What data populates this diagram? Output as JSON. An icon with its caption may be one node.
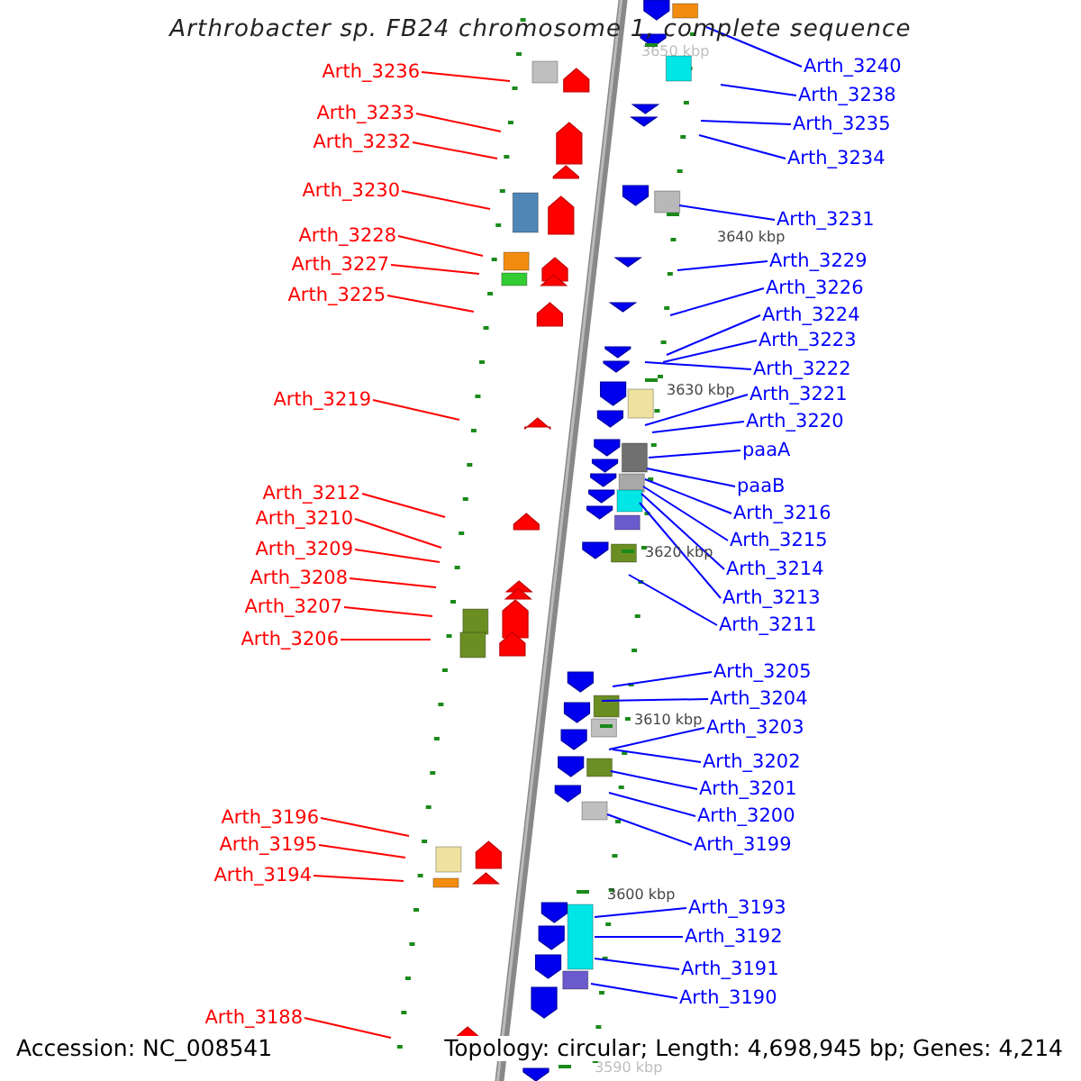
{
  "diagram": {
    "title": "Arthrobacter sp. FB24 chromosome 1, complete sequence",
    "nodes": [
      {
        "text": [
          "Arth_3236"
        ]
      },
      {
        "text": [
          "Arth_3233"
        ]
      },
      {
        "text": [
          "Arth_3232"
        ]
      },
      {
        "text": [
          "Arth_3230"
        ]
      },
      {
        "text": [
          "Arth_3228"
        ]
      },
      {
        "text": [
          "Arth_3227"
        ]
      },
      {
        "text": [
          "Arth_3225"
        ]
      },
      {
        "text": [
          "Arth_3219"
        ]
      },
      {
        "text": [
          "Arth_3212"
        ]
      },
      {
        "text": [
          "Arth_3210"
        ]
      },
      {
        "text": [
          "Arth_3209"
        ]
      },
      {
        "text": [
          "Arth_3208"
        ]
      },
      {
        "text": [
          "Arth_3207"
        ]
      },
      {
        "text": [
          "Arth_3206"
        ]
      },
      {
        "text": [
          "Arth_3196"
        ]
      },
      {
        "text": [
          "Arth_3195"
        ]
      },
      {
        "text": [
          "Arth_3194"
        ]
      },
      {
        "text": [
          "Arth_3188"
        ]
      },
      {
        "text": [
          "Arth_3240"
        ]
      },
      {
        "text": [
          "Arth_3238"
        ]
      },
      {
        "text": [
          "Arth_3235"
        ]
      },
      {
        "text": [
          "Arth_3234"
        ]
      },
      {
        "text": [
          "Arth_3231"
        ]
      },
      {
        "text": [
          "Arth_3229"
        ]
      },
      {
        "text": [
          "Arth_3226"
        ]
      },
      {
        "text": [
          "Arth_3224"
        ]
      },
      {
        "text": [
          "Arth_3223"
        ]
      },
      {
        "text": [
          "Arth_3222"
        ]
      },
      {
        "text": [
          "Arth_3221"
        ]
      },
      {
        "text": [
          "Arth_3220"
        ]
      },
      {
        "text": [
          "paaA"
        ]
      },
      {
        "text": [
          "paaB"
        ]
      },
      {
        "text": [
          "Arth_3216"
        ]
      },
      {
        "text": [
          "Arth_3215"
        ]
      },
      {
        "text": [
          "Arth_3214"
        ]
      },
      {
        "text": [
          "Arth_3213"
        ]
      },
      {
        "text": [
          "Arth_3211"
        ]
      },
      {
        "text": [
          "Arth_3205"
        ]
      },
      {
        "text": [
          "Arth_3204"
        ]
      },
      {
        "text": [
          "Arth_3203"
        ]
      },
      {
        "text": [
          "Arth_3202"
        ]
      },
      {
        "text": [
          "Arth_3201"
        ]
      },
      {
        "text": [
          "Arth_3200"
        ]
      },
      {
        "text": [
          "Arth_3199"
        ]
      },
      {
        "text": [
          "Arth_3193"
        ]
      },
      {
        "text": [
          "Arth_3192"
        ]
      },
      {
        "text": [
          "Arth_3191"
        ]
      },
      {
        "text": [
          "Arth_3190"
        ]
      }
    ],
    "edges": [
      {
        "from": 0,
        "to": null,
        "arrow": "none",
        "color": "#ff0000"
      },
      {
        "from": 1,
        "to": null,
        "arrow": "none",
        "color": "#ff0000"
      },
      {
        "from": 2,
        "to": null,
        "arrow": "none",
        "color": "#ff0000"
      },
      {
        "from": 3,
        "to": null,
        "arrow": "none",
        "color": "#ff0000"
      },
      {
        "from": 4,
        "to": null,
        "arrow": "none",
        "color": "#ff0000"
      },
      {
        "from": 5,
        "to": null,
        "arrow": "none",
        "color": "#ff0000"
      },
      {
        "from": 6,
        "to": null,
        "arrow": "none",
        "color": "#ff0000"
      },
      {
        "from": 7,
        "to": null,
        "arrow": "none",
        "color": "#ff0000"
      },
      {
        "from": 8,
        "to": null,
        "arrow": "none",
        "color": "#ff0000"
      },
      {
        "from": 9,
        "to": null,
        "arrow": "none",
        "color": "#ff0000"
      },
      {
        "from": 10,
        "to": null,
        "arrow": "none",
        "color": "#ff0000"
      },
      {
        "from": 11,
        "to": null,
        "arrow": "none",
        "color": "#ff0000"
      },
      {
        "from": 12,
        "to": null,
        "arrow": "none",
        "color": "#ff0000"
      },
      {
        "from": 13,
        "to": null,
        "arrow": "none",
        "color": "#ff0000"
      },
      {
        "from": 14,
        "to": null,
        "arrow": "none",
        "color": "#ff0000"
      },
      {
        "from": 15,
        "to": null,
        "arrow": "none",
        "color": "#ff0000"
      },
      {
        "from": 16,
        "to": null,
        "arrow": "none",
        "color": "#ff0000"
      },
      {
        "from": 17,
        "to": null,
        "arrow": "none",
        "color": "#ff0000"
      },
      {
        "from": 18,
        "to": null,
        "arrow": "none",
        "color": "#0000ff"
      },
      {
        "from": 19,
        "to": null,
        "arrow": "none",
        "color": "#0000ff"
      },
      {
        "from": 20,
        "to": null,
        "arrow": "none",
        "color": "#0000ff"
      },
      {
        "from": 21,
        "to": null,
        "arrow": "none",
        "color": "#0000ff"
      },
      {
        "from": 22,
        "to": null,
        "arrow": "none",
        "color": "#0000ff"
      },
      {
        "from": 23,
        "to": null,
        "arrow": "none",
        "color": "#0000ff"
      },
      {
        "from": 24,
        "to": null,
        "arrow": "none",
        "color": "#0000ff"
      },
      {
        "from": 25,
        "to": null,
        "arrow": "none",
        "color": "#0000ff"
      },
      {
        "from": 26,
        "to": null,
        "arrow": "none",
        "color": "#0000ff"
      },
      {
        "from": 27,
        "to": null,
        "arrow": "none",
        "color": "#0000ff"
      },
      {
        "from": 28,
        "to": null,
        "arrow": "none",
        "color": "#0000ff"
      },
      {
        "from": 29,
        "to": null,
        "arrow": "none",
        "color": "#0000ff"
      },
      {
        "from": 30,
        "to": null,
        "arrow": "none",
        "color": "#0000ff"
      },
      {
        "from": 31,
        "to": null,
        "arrow": "none",
        "color": "#0000ff"
      },
      {
        "from": 32,
        "to": null,
        "arrow": "none",
        "color": "#0000ff"
      },
      {
        "from": 33,
        "to": null,
        "arrow": "none",
        "color": "#0000ff"
      },
      {
        "from": 34,
        "to": null,
        "arrow": "none",
        "color": "#0000ff"
      },
      {
        "from": 35,
        "to": null,
        "arrow": "none",
        "color": "#0000ff"
      },
      {
        "from": 36,
        "to": null,
        "arrow": "none",
        "color": "#0000ff"
      },
      {
        "from": 37,
        "to": null,
        "arrow": "none",
        "color": "#0000ff"
      },
      {
        "from": 38,
        "to": null,
        "arrow": "none",
        "color": "#0000ff"
      },
      {
        "from": 39,
        "to": null,
        "arrow": "none",
        "color": "#0000ff"
      },
      {
        "from": 40,
        "to": null,
        "arrow": "none",
        "color": "#0000ff"
      },
      {
        "from": 41,
        "to": null,
        "arrow": "none",
        "color": "#0000ff"
      },
      {
        "from": 42,
        "to": null,
        "arrow": "none",
        "color": "#0000ff"
      },
      {
        "from": 43,
        "to": null,
        "arrow": "none",
        "color": "#0000ff"
      },
      {
        "from": 44,
        "to": null,
        "arrow": "none",
        "color": "#0000ff"
      },
      {
        "from": 45,
        "to": null,
        "arrow": "none",
        "color": "#0000ff"
      },
      {
        "from": 46,
        "to": null,
        "arrow": "none",
        "color": "#0000ff"
      },
      {
        "from": 47,
        "to": null,
        "arrow": "none",
        "color": "#0000ff"
      }
    ],
    "labels": [
      "3650 kbp",
      "3640 kbp",
      "3630 kbp",
      "3620 kbp",
      "3610 kbp",
      "3600 kbp",
      "3590 kbp",
      "Accession: NC_008541",
      "Topology: circular; Length: 4,698,945 bp; Genes: 4,214"
    ]
  }
}
